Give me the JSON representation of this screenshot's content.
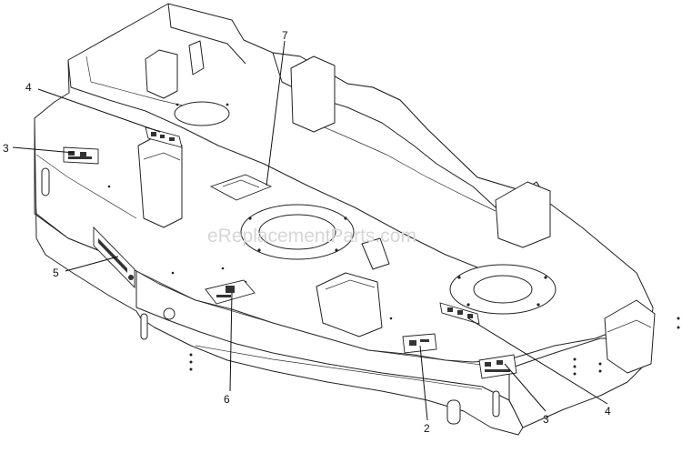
{
  "watermark": "eReplacementParts.com",
  "callouts": [
    {
      "id": "c4a",
      "label": "4"
    },
    {
      "id": "c3a",
      "label": "3"
    },
    {
      "id": "c7",
      "label": "7"
    },
    {
      "id": "c5",
      "label": "5"
    },
    {
      "id": "c6",
      "label": "6"
    },
    {
      "id": "c2",
      "label": "2"
    },
    {
      "id": "c3b",
      "label": "3"
    },
    {
      "id": "c4b",
      "label": "4"
    }
  ]
}
